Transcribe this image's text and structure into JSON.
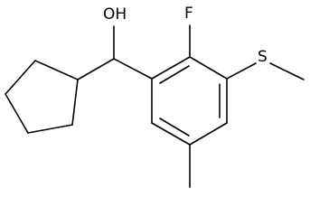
{
  "molecule": {
    "atoms": {
      "hydroxyl": "OH",
      "fluorine": "F",
      "sulfur": "S"
    },
    "substituents": [
      "cyclopentyl",
      "hydroxymethyl",
      "fluoro",
      "methylthio",
      "methyl"
    ]
  }
}
